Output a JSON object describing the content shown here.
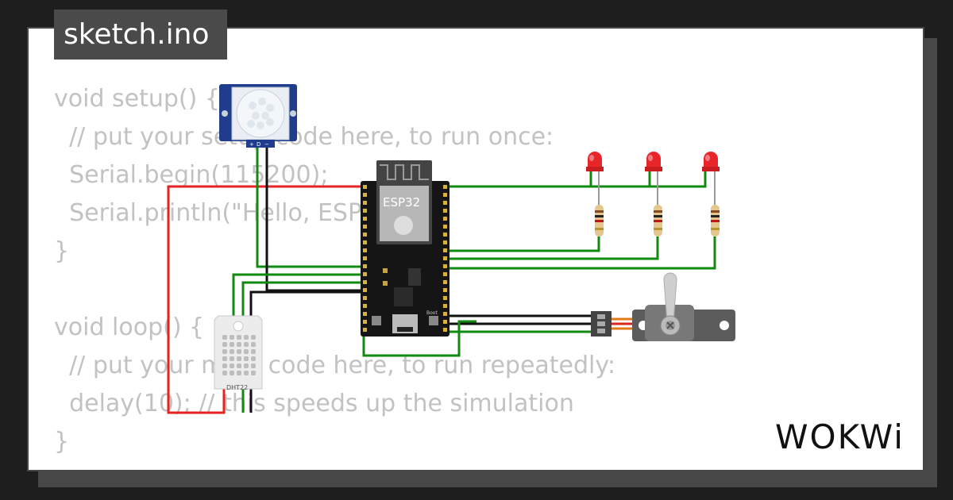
{
  "file_tab": {
    "label": "sketch.ino"
  },
  "code_lines": [
    "void setup() {",
    "  // put your setup code here, to run once:",
    "  Serial.begin(115200);",
    "  Serial.println(\"Hello, ESP32!\");",
    "}",
    "",
    "void loop() {",
    "  // put your main code here, to run repeatedly:",
    "  delay(10); // this speeds up the simulation",
    "}"
  ],
  "components": {
    "board_label": "ESP32",
    "boot_label": "Boot",
    "sensor_label": "DHT22",
    "pir_pins": [
      "+",
      "D",
      "−"
    ]
  },
  "brand": {
    "logo": "WOKWi"
  },
  "colors": {
    "wire_red": "#e62222",
    "wire_green": "#108a10",
    "wire_black": "#111111",
    "led_red": "#e8262a",
    "code_text": "#c2c2c2"
  }
}
